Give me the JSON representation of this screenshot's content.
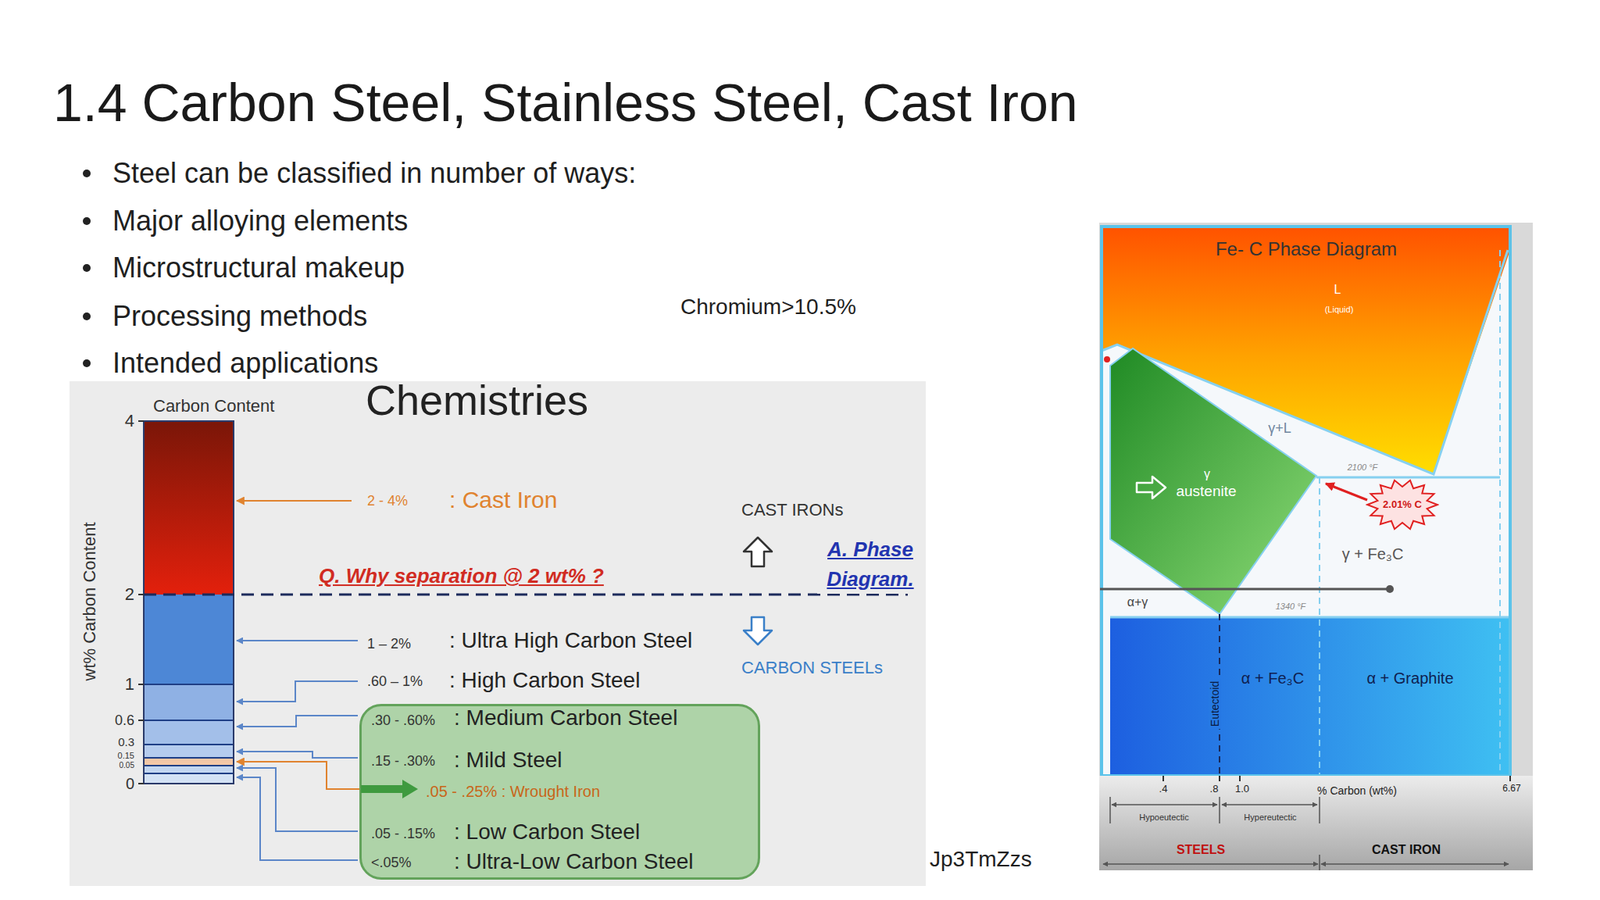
{
  "diagram": {
    "title": "1.4 Carbon Steel, Stainless Steel, Cast Iron",
    "nodes": [
      {
        "text": [
          ".30 - .60%",
          ": Medium Carbon Steel",
          ".15 - .30%",
          ": Mild Steel",
          ".05 - .25% : Wrought Iron",
          ".05 - .15%",
          ": Low Carbon Steel",
          "<.05%",
          ": Ultra-Low Carbon Steel"
        ]
      },
      {
        "text": [
          "2.01% C"
        ]
      }
    ],
    "labels": [
      "Steel can be classified in number of ways:",
      "Major alloying elements",
      "Microstructural makeup",
      "Processing methods",
      "Intended applications",
      "Chromium>10.5%",
      "Chemistries",
      "Carbon Content",
      "wt% Carbon Content",
      "4",
      "2",
      "1",
      "0.6",
      "0.3",
      "0.15",
      "0.05",
      "0",
      "2 - 4%",
      ": Cast Iron",
      "Q. Why separation @ 2 wt% ?",
      "CAST IRONs",
      "A. Phase Diagram.",
      "CARBON STEELs",
      "1 – 2%",
      ": Ultra High Carbon Steel",
      ".60 – 1%",
      ": High Carbon Steel",
      "Jp3TmZzs",
      "Fe- C Phase Diagram",
      "L",
      "(Liquid)",
      "γ+L",
      "2100 °F",
      "γ",
      "austenite",
      "γ + Fe₃C",
      "α+γ",
      "1340 °F",
      "α + Fe₃C",
      "α + Graphite",
      "Eutectoid",
      ".4",
      ".8",
      "1.0",
      "% Carbon (wt%)",
      "6.67",
      "Hypoeutectic",
      "Hypereutectic",
      "STEELS",
      "CAST IRON"
    ]
  }
}
